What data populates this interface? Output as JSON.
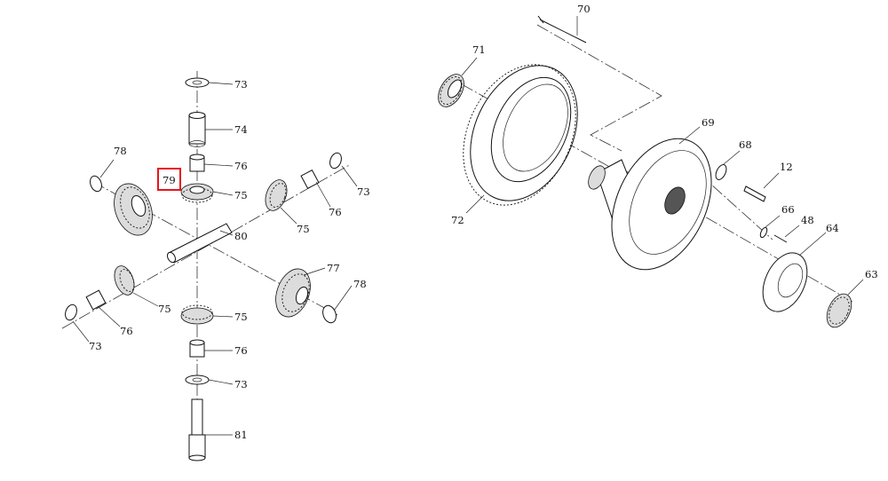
{
  "highlight_color": "#e8141c",
  "left_assembly": {
    "labels": {
      "c73_top": "73",
      "c74": "74",
      "c76_top": "76",
      "c75_top": "75",
      "c78_left": "78",
      "c79": "79",
      "c73_right": "73",
      "c76_right": "76",
      "c75_right": "75",
      "c80": "80",
      "c77": "77",
      "c78_right": "78",
      "c75_left": "75",
      "c76_left": "76",
      "c73_left": "73",
      "c75_bottom": "75",
      "c76_bottom": "76",
      "c73_bottom": "73",
      "c81": "81"
    }
  },
  "right_assembly": {
    "labels": {
      "c70": "70",
      "c71": "71",
      "c72": "72",
      "c69": "69",
      "c68": "68",
      "c12": "12",
      "c66": "66",
      "c48": "48",
      "c64": "64",
      "c63": "63"
    }
  }
}
